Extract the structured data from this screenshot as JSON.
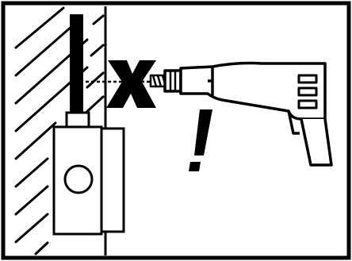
{
  "illustration": {
    "caption": "",
    "colors": {
      "ink": "#000000",
      "paper": "#ffffff"
    },
    "parts": {
      "wall": "hatched-wall",
      "cable": "vertical-cable",
      "junction_box": "wall-junction-box",
      "hidden_path": "dashed-drilling-line",
      "prohibition": "x-mark",
      "tool": "power-drill",
      "warning": "exclamation-mark"
    },
    "text_marks": {
      "prohibition_glyph": "X",
      "warning_glyph": "!"
    }
  }
}
